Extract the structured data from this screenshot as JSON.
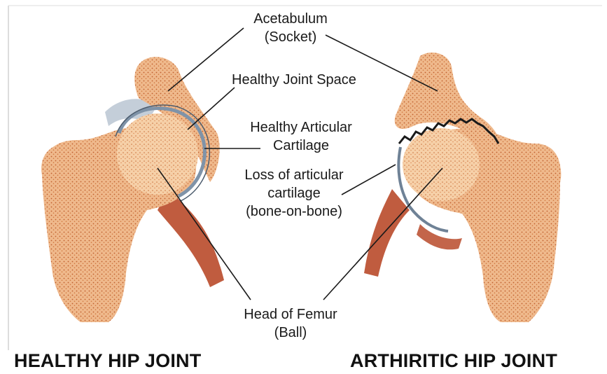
{
  "labels": {
    "acetabulum_line1": "Acetabulum",
    "acetabulum_line2": "(Socket)",
    "joint_space": "Healthy Joint Space",
    "cartilage_line1": "Healthy Articular",
    "cartilage_line2": "Cartilage",
    "loss_line1": "Loss of articular",
    "loss_line2": "cartilage",
    "loss_line3": "(bone-on-bone)",
    "femur_line1": "Head of Femur",
    "femur_line2": "(Ball)"
  },
  "captions": {
    "healthy": "HEALTHY HIP JOINT",
    "arthritic": "ARTHIRITIC HIP JOINT"
  },
  "colors": {
    "bone": "#e8a97c",
    "bone_light": "#f5d3b0",
    "muscle": "#b84a2b",
    "cartilage": "#8fa0b3",
    "line": "#1a1a1a"
  }
}
